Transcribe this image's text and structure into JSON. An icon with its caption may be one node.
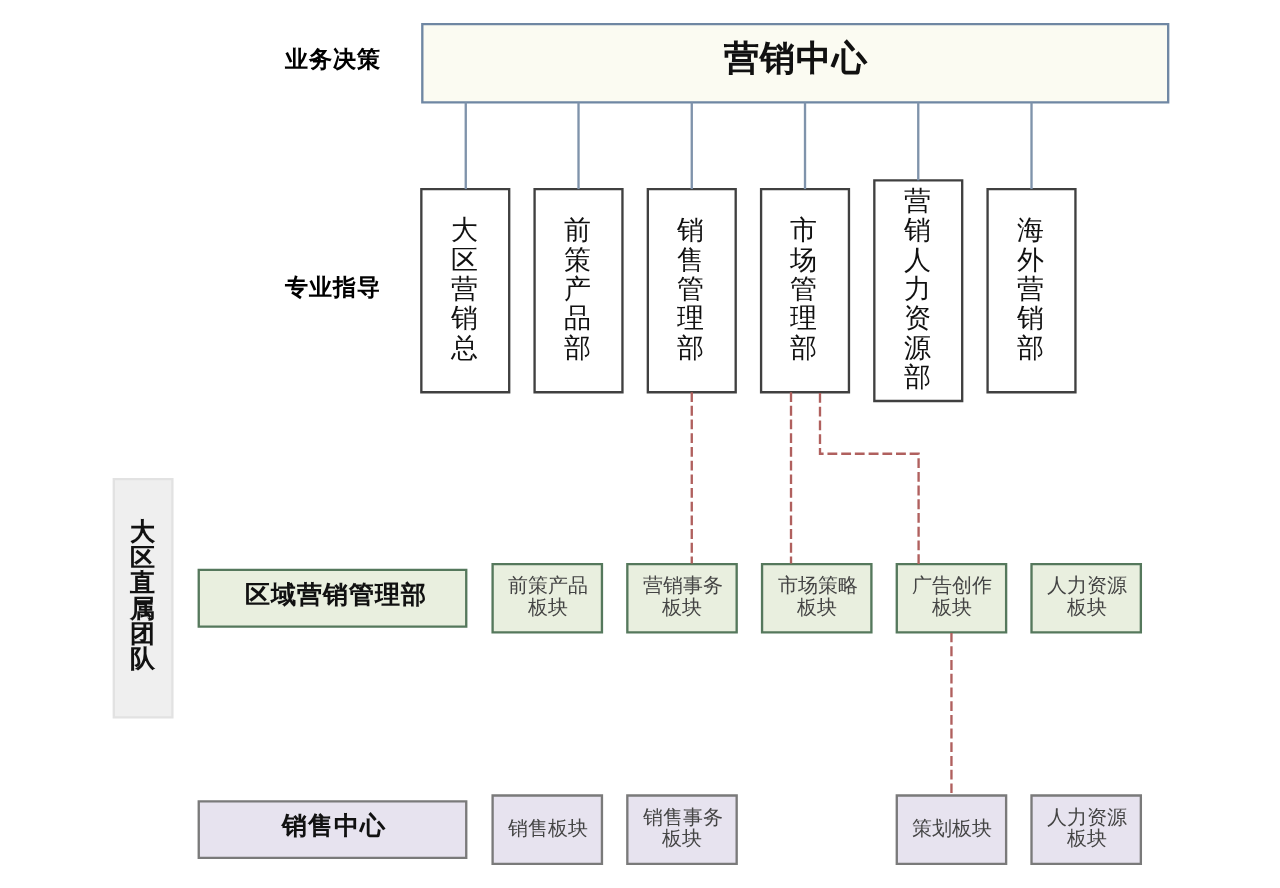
{
  "diagram": {
    "nodes": [
      {
        "text": [
          "营销中心"
        ]
      },
      {
        "text": [
          "大区营销总"
        ]
      },
      {
        "text": [
          "前策产品部"
        ]
      },
      {
        "text": [
          "销售管理部"
        ]
      },
      {
        "text": [
          "市场管理部"
        ]
      },
      {
        "text": [
          "营销人力资源部"
        ]
      },
      {
        "text": [
          "海外营销部"
        ]
      },
      {
        "text": [
          "大区直属团队"
        ]
      },
      {
        "text": [
          "区域营销管理部"
        ]
      },
      {
        "text": [
          "销售中心"
        ]
      },
      {
        "text": [
          "前策产品板块"
        ]
      },
      {
        "text": [
          "营销事务板块"
        ]
      },
      {
        "text": [
          "市场策略板块"
        ]
      },
      {
        "text": [
          "广告创作板块"
        ]
      },
      {
        "text": [
          "人力资源板块"
        ]
      },
      {
        "text": [
          "销售板块"
        ]
      },
      {
        "text": [
          "销售事务板块"
        ]
      },
      {
        "text": [
          "策划板块"
        ]
      },
      {
        "text": [
          "人力资源板块"
        ]
      }
    ],
    "edges": [
      {
        "from": 0,
        "to": 1,
        "arrow": "none"
      },
      {
        "from": 0,
        "to": 2,
        "arrow": "none"
      },
      {
        "from": 0,
        "to": 3,
        "arrow": "none"
      },
      {
        "from": 0,
        "to": 4,
        "arrow": "none"
      },
      {
        "from": 0,
        "to": 5,
        "arrow": "none"
      },
      {
        "from": 0,
        "to": 6,
        "arrow": "none"
      },
      {
        "from": 3,
        "to": 11,
        "arrow": "none",
        "style": "dashed",
        "color": "#b0605e"
      },
      {
        "from": 4,
        "to": 12,
        "arrow": "none",
        "style": "dashed",
        "color": "#b0605e"
      },
      {
        "from": 4,
        "to": 13,
        "arrow": "none",
        "style": "dashed",
        "color": "#b0605e"
      },
      {
        "from": 13,
        "to": 17,
        "arrow": "none",
        "style": "dashed",
        "color": "#b0605e"
      }
    ],
    "labels": [
      "业务决策",
      "专业指导"
    ]
  }
}
